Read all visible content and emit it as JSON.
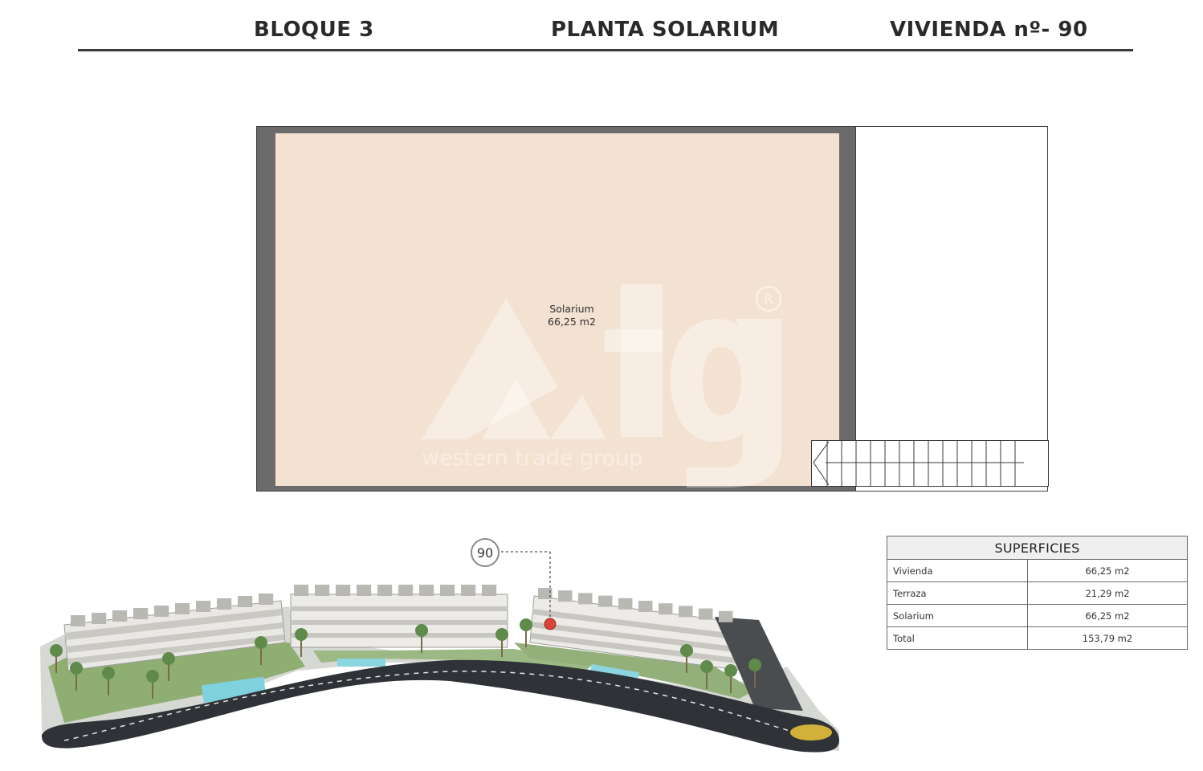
{
  "header": {
    "block": "BLOQUE 3",
    "plan": "PLANTA SOLARIUM",
    "unit": "VIVIENDA nº- 90"
  },
  "plan": {
    "room_name": "Solarium",
    "room_area": "66,25 m2",
    "watermark_brand": "tg",
    "watermark_caption": "western trade group",
    "floor_color": "#f3e2d2",
    "wall_color": "#6b6b6b"
  },
  "aerial": {
    "marker_label": "90",
    "marker_color": "#d9443a"
  },
  "superficies": {
    "title": "SUPERFICIES",
    "rows": [
      {
        "label": "Vivienda",
        "value": "66,25 m2"
      },
      {
        "label": "Terraza",
        "value": "21,29 m2"
      },
      {
        "label": "Solarium",
        "value": "66,25 m2"
      },
      {
        "label": "Total",
        "value": "153,79 m2"
      }
    ]
  }
}
